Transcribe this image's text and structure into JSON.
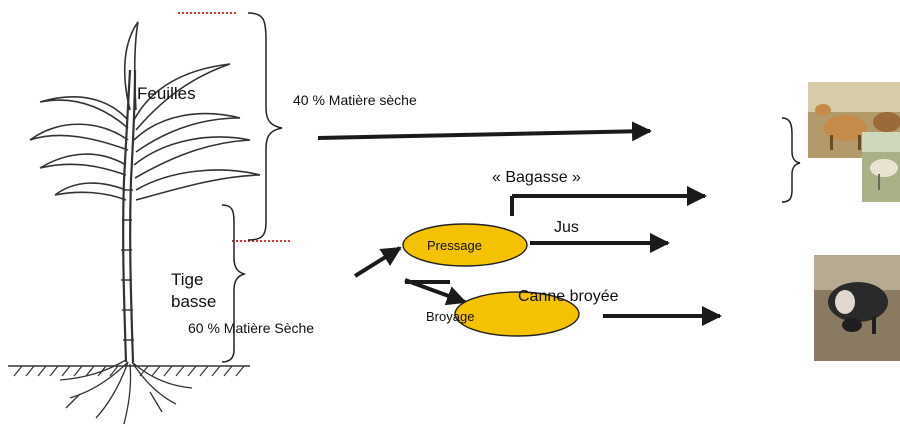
{
  "plant": {
    "leaves_label": "Feuilles",
    "stem_label_line1": "Tige",
    "stem_label_line2": "basse"
  },
  "flows": {
    "leaves_dry_matter": "40 % Matière sèche",
    "stem_dry_matter": "60 % Matière Sèche",
    "bagasse": "« Bagasse »",
    "juice": "Jus",
    "crushed_cane": "Canne broyée"
  },
  "processes": {
    "pressing": "Pressage",
    "crushing": "Broyage"
  },
  "colors": {
    "process_fill": "#f5c200",
    "arrow": "#1a1a1a",
    "dotted_marker": "#e03030"
  },
  "images": {
    "ruminants_icon": "sheep-photo",
    "goat_icon": "goat-photo",
    "pig_icon": "pig-photo"
  }
}
